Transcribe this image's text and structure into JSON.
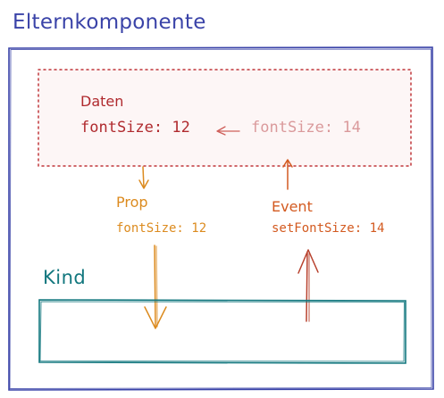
{
  "diagram": {
    "parent_title": "Elternkomponente",
    "data_label": "Daten",
    "data_value": "fontSize: 12",
    "new_value": "fontSize: 14",
    "prop_label": "Prop",
    "prop_value": "fontSize: 12",
    "event_label": "Event",
    "event_value": "setFontSize: 14",
    "child_label": "Kind"
  },
  "colors": {
    "parent": "#3a43a8",
    "data": "#b02a2e",
    "prop": "#dc8b1f",
    "event": "#d35a20",
    "child": "#12777e"
  }
}
